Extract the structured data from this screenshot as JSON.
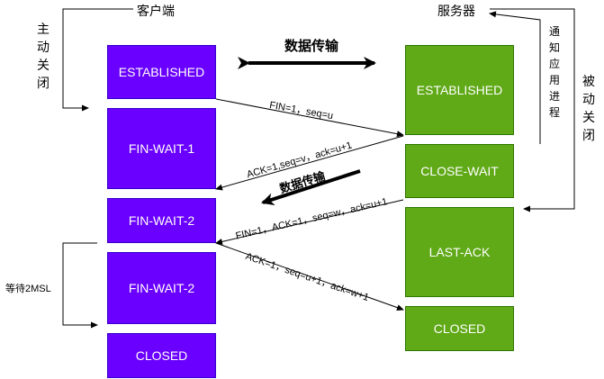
{
  "headers": {
    "client": "客户端",
    "server": "服务器"
  },
  "side_labels": {
    "active_close": [
      "主",
      "动",
      "关",
      "闭"
    ],
    "passive_close": [
      "被",
      "动",
      "关",
      "闭"
    ],
    "notify_app": [
      "通",
      "知",
      "应",
      "用",
      "进",
      "程"
    ],
    "wait_2msl": "等待2MSL"
  },
  "client_states": [
    "ESTABLISHED",
    "FIN-WAIT-1",
    "FIN-WAIT-2",
    "FIN-WAIT-2",
    "CLOSED"
  ],
  "server_states": [
    "ESTABLISHED",
    "CLOSE-WAIT",
    "LAST-ACK",
    "CLOSED"
  ],
  "data_transfer": "数据传输",
  "data_transfer_2": "数据传输",
  "messages": [
    "FIN=1，seq=u",
    "ACK=1,seq=v，ack=u+1",
    "FIN=1，ACK=1，seq=w，ack=u+1",
    "ACK=1，seq=u+1，ack=w+1"
  ],
  "colors": {
    "client": "#6a00ff",
    "server": "#60a917",
    "line": "#000000"
  }
}
